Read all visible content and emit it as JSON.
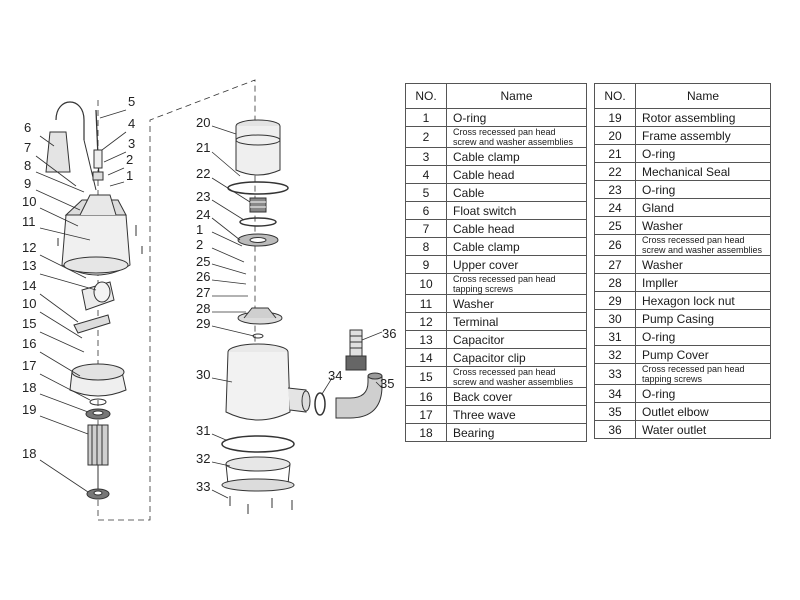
{
  "headers": {
    "no": "NO.",
    "name": "Name"
  },
  "parts_left": [
    {
      "no": "1",
      "name": "O-ring"
    },
    {
      "no": "2",
      "name": "Cross recessed pan head screw and washer assemblies"
    },
    {
      "no": "3",
      "name": "Cable clamp"
    },
    {
      "no": "4",
      "name": "Cable head"
    },
    {
      "no": "5",
      "name": "Cable"
    },
    {
      "no": "6",
      "name": "Float switch"
    },
    {
      "no": "7",
      "name": "Cable head"
    },
    {
      "no": "8",
      "name": "Cable clamp"
    },
    {
      "no": "9",
      "name": "Upper cover"
    },
    {
      "no": "10",
      "name": "Cross recessed pan head tapping screws"
    },
    {
      "no": "11",
      "name": "Washer"
    },
    {
      "no": "12",
      "name": "Terminal"
    },
    {
      "no": "13",
      "name": "Capacitor"
    },
    {
      "no": "14",
      "name": "Capacitor clip"
    },
    {
      "no": "15",
      "name": "Cross recessed pan head screw and washer assemblies"
    },
    {
      "no": "16",
      "name": "Back cover"
    },
    {
      "no": "17",
      "name": "Three wave"
    },
    {
      "no": "18",
      "name": "Bearing"
    }
  ],
  "parts_right": [
    {
      "no": "19",
      "name": "Rotor assembling"
    },
    {
      "no": "20",
      "name": "Frame assembly"
    },
    {
      "no": "21",
      "name": "O-ring"
    },
    {
      "no": "22",
      "name": "Mechanical Seal"
    },
    {
      "no": "23",
      "name": "O-ring"
    },
    {
      "no": "24",
      "name": "Gland"
    },
    {
      "no": "25",
      "name": "Washer"
    },
    {
      "no": "26",
      "name": "Cross recessed pan head screw and washer assemblies"
    },
    {
      "no": "27",
      "name": "Washer"
    },
    {
      "no": "28",
      "name": "Impller"
    },
    {
      "no": "29",
      "name": "Hexagon lock nut"
    },
    {
      "no": "30",
      "name": "Pump Casing"
    },
    {
      "no": "31",
      "name": "O-ring"
    },
    {
      "no": "32",
      "name": "Pump Cover"
    },
    {
      "no": "33",
      "name": "Cross recessed pan head tapping screws"
    },
    {
      "no": "34",
      "name": "O-ring"
    },
    {
      "no": "35",
      "name": "Outlet elbow"
    },
    {
      "no": "36",
      "name": "Water outlet"
    }
  ],
  "callouts": [
    {
      "label": "5"
    },
    {
      "label": "4"
    },
    {
      "label": "3"
    },
    {
      "label": "2"
    },
    {
      "label": "1"
    },
    {
      "label": "6"
    },
    {
      "label": "7"
    },
    {
      "label": "8"
    },
    {
      "label": "9"
    },
    {
      "label": "10"
    },
    {
      "label": "11"
    },
    {
      "label": "12"
    },
    {
      "label": "13"
    },
    {
      "label": "14"
    },
    {
      "label": "10"
    },
    {
      "label": "15"
    },
    {
      "label": "16"
    },
    {
      "label": "17"
    },
    {
      "label": "18"
    },
    {
      "label": "19"
    },
    {
      "label": "18"
    },
    {
      "label": "20"
    },
    {
      "label": "21"
    },
    {
      "label": "22"
    },
    {
      "label": "23"
    },
    {
      "label": "24"
    },
    {
      "label": "1"
    },
    {
      "label": "2"
    },
    {
      "label": "25"
    },
    {
      "label": "26"
    },
    {
      "label": "27"
    },
    {
      "label": "28"
    },
    {
      "label": "29"
    },
    {
      "label": "30"
    },
    {
      "label": "31"
    },
    {
      "label": "32"
    },
    {
      "label": "33"
    },
    {
      "label": "36"
    },
    {
      "label": "34"
    },
    {
      "label": "35"
    }
  ]
}
